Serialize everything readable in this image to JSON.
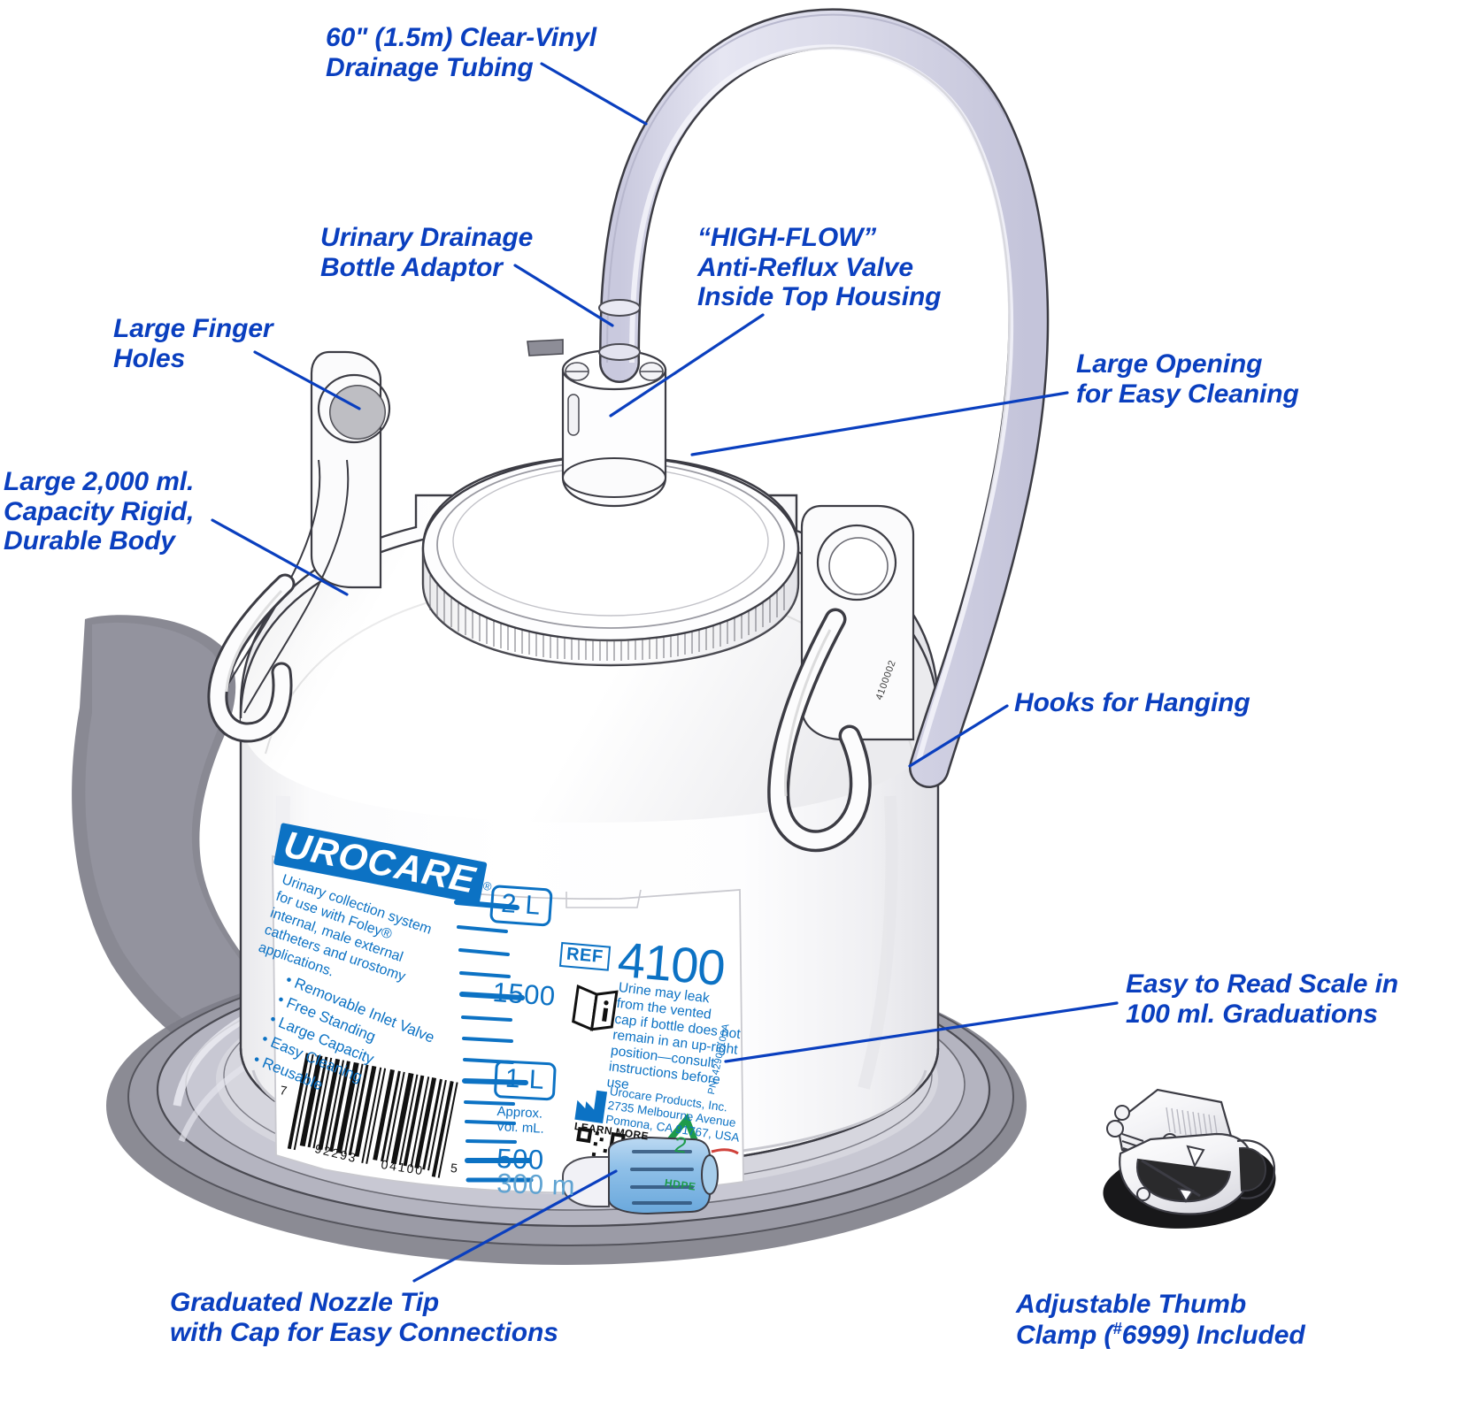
{
  "document": {
    "title": "Urocare 4100 Urinary Drainage Bottle",
    "accent_blue": "#0A3FBF",
    "label_blue": "#0C72C4",
    "green": "#1E9B4B"
  },
  "callouts": [
    {
      "id": "drainage-tubing",
      "text": "60\" (1.5m) Clear-Vinyl\nDrainage Tubing"
    },
    {
      "id": "bottle-adaptor",
      "text": "Urinary Drainage\nBottle Adaptor"
    },
    {
      "id": "anti-reflux-valve",
      "text": "“HIGH-FLOW”\nAnti-Reflux Valve\nInside Top Housing"
    },
    {
      "id": "finger-holes",
      "text": "Large Finger\nHoles"
    },
    {
      "id": "large-opening",
      "text": "Large Opening\nfor Easy Cleaning"
    },
    {
      "id": "capacity-body",
      "text": "Large 2,000 ml.\nCapacity Rigid,\nDurable Body"
    },
    {
      "id": "hooks-hanging",
      "text": "Hooks for Hanging"
    },
    {
      "id": "easy-read-scale",
      "text": "Easy to Read Scale in\n100 ml. Graduations"
    },
    {
      "id": "nozzle-tip",
      "text": "Graduated Nozzle Tip\nwith Cap for Easy Connections"
    },
    {
      "id": "thumb-clamp",
      "text": "Adjustable Thumb\nClamp (•6999) Included"
    }
  ],
  "thumb_clamp_label_parts": {
    "line1": "Adjustable Thumb",
    "line2_pre": "Clamp (",
    "line2_sup": "#",
    "line2_num": "6999",
    "line2_post": ") Included"
  },
  "bottle_label": {
    "brand": "UROCARE",
    "brand_tm": "®",
    "description": "Urinary collection system\nfor use with Foley®\ninternal, male external\ncatheters and urostomy\napplications.",
    "bullets": [
      "Removable Inlet Valve",
      "Free Standing",
      "Large Capacity",
      "Easy Cleaning",
      "Reusable"
    ],
    "ref_tag": "REF",
    "ref_number": "4100",
    "graduations": {
      "unit_note": "Approx.\nVol. mL.",
      "major_labels": [
        "2 L",
        "1500",
        "1 L",
        "500",
        "300 m"
      ],
      "increment_ml": 100,
      "capacity_ml": 2000
    },
    "warning": "Urine may leak\nfrom the vented\ncap if bottle does not\nremain in an up-right\nposition—consult\ninstructions before use",
    "manufacturer": "Urocare Products, Inc.\n2735 Melbourne Avenue\nPomona, CA 91767, USA",
    "learn_more": "LEARN MORE",
    "recycle_number": "2",
    "recycle_material": "HDPE",
    "part_number": "PN: 42900100A",
    "barcode_digits": [
      "7",
      "92293",
      "04100",
      "5"
    ]
  },
  "hook_engraving": "4100002"
}
